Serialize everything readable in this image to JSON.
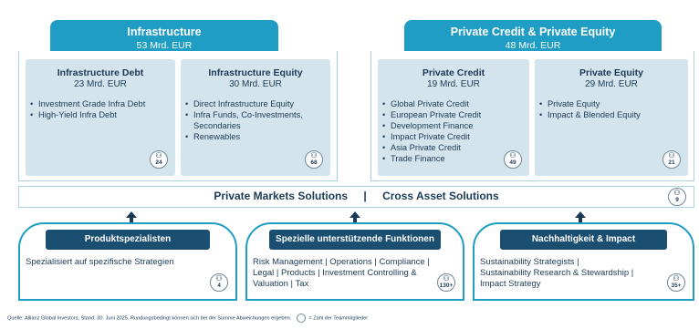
{
  "groups": {
    "infra": {
      "title": "Infrastructure",
      "subtitle": "53 Mrd. EUR",
      "cards": [
        {
          "title": "Infrastructure Debt",
          "subtitle": "23 Mrd. EUR",
          "items": [
            "Investment Grade Infra Debt",
            "High-Yield Infra Debt"
          ],
          "badge": "24"
        },
        {
          "title": "Infrastructure Equity",
          "subtitle": "30 Mrd. EUR",
          "items": [
            "Direct Infrastructure Equity",
            "Infra Funds, Co-Investments,",
            "Secondaries",
            "Renewables"
          ],
          "badge": "68"
        }
      ]
    },
    "private": {
      "title": "Private Credit & Private Equity",
      "subtitle": "48 Mrd. EUR",
      "cards": [
        {
          "title": "Private Credit",
          "subtitle": "19 Mrd. EUR",
          "items": [
            "Global Private Credit",
            "European Private Credit",
            "Development Finance",
            "Impact Private Credit",
            "Asia Private Credit",
            "Trade Finance"
          ],
          "badge": "49"
        },
        {
          "title": "Private Equity",
          "subtitle": "29 Mrd. EUR",
          "items": [
            "Private Equity",
            "Impact & Blended Equity"
          ],
          "badge": "21"
        }
      ]
    }
  },
  "solutions_bar": {
    "left": "Private Markets Solutions",
    "sep": "|",
    "right": "Cross Asset Solutions",
    "badge": "9"
  },
  "bottom": [
    {
      "title": "Produktspezialisten",
      "lines": [
        "Spezialisiert auf spezifische Strategien"
      ],
      "badge": "4"
    },
    {
      "title": "Spezielle unterstützende Funktionen",
      "lines": [
        "Risk Management | Operations | Compliance |",
        "Legal | Products | Investment Controlling &",
        "Valuation | Tax"
      ],
      "badge": "130+"
    },
    {
      "title": "Nachhaltigkeit & Impact",
      "lines": [
        "Sustainability Strategists |",
        "Sustainability Research & Stewardship |",
        "Impact Strategy"
      ],
      "badge": "35+"
    }
  ],
  "footer": {
    "source": "Quelle: Allianz Global Investors, Stand: 30. Juni 2025. Rundungsbedingt können sich bei der Summe Abweichungen ergeben.",
    "legend": "= Zahl der Teammitglieder"
  },
  "colors": {
    "header": "#1f9dc4",
    "card": "#d4e4ec",
    "pill": "#1b4f72",
    "text": "#1b3a57"
  }
}
